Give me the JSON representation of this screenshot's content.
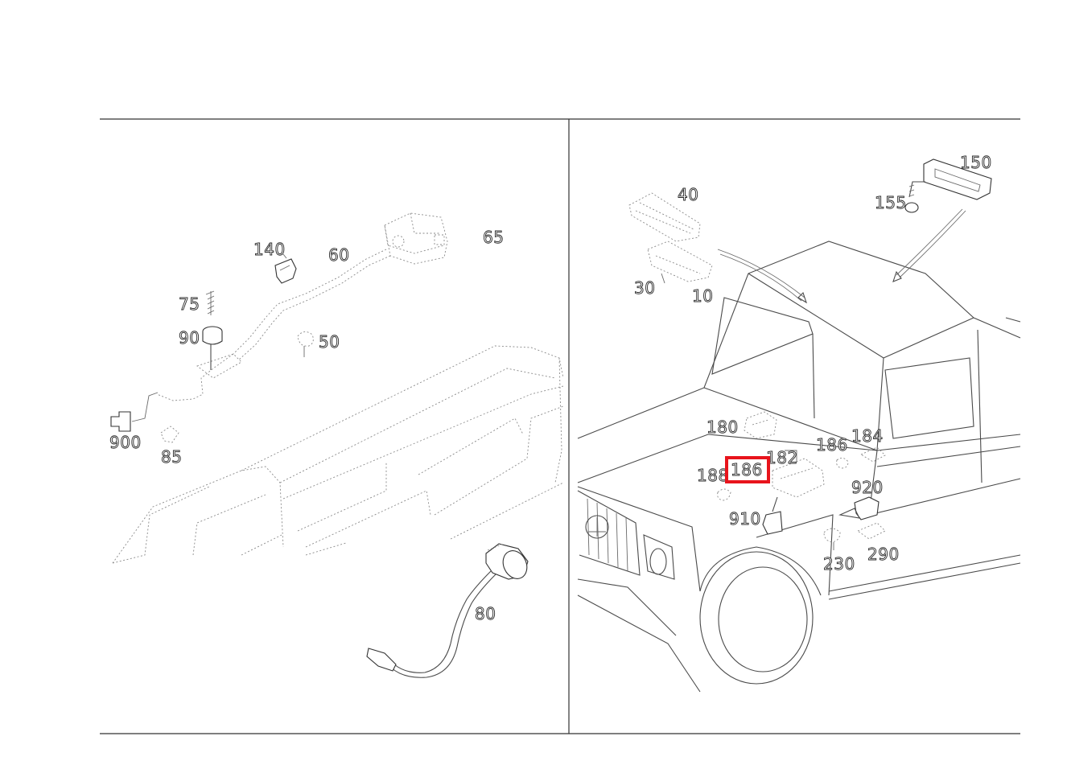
{
  "diagram": {
    "left_panel": {
      "callouts": [
        {
          "id": "c140",
          "label": "140"
        },
        {
          "id": "c60",
          "label": "60"
        },
        {
          "id": "c65",
          "label": "65"
        },
        {
          "id": "c75",
          "label": "75"
        },
        {
          "id": "c90",
          "label": "90"
        },
        {
          "id": "c50",
          "label": "50"
        },
        {
          "id": "c900",
          "label": "900"
        },
        {
          "id": "c85",
          "label": "85"
        },
        {
          "id": "c80",
          "label": "80"
        }
      ]
    },
    "right_panel": {
      "callouts": [
        {
          "id": "c40",
          "label": "40"
        },
        {
          "id": "c150",
          "label": "150"
        },
        {
          "id": "c155",
          "label": "155"
        },
        {
          "id": "c30",
          "label": "30"
        },
        {
          "id": "c10",
          "label": "10"
        },
        {
          "id": "c180",
          "label": "180"
        },
        {
          "id": "c186a",
          "label": "186"
        },
        {
          "id": "c184",
          "label": "184"
        },
        {
          "id": "c182",
          "label": "182"
        },
        {
          "id": "c188",
          "label": "188"
        },
        {
          "id": "c186b",
          "label": "186"
        },
        {
          "id": "c920",
          "label": "920"
        },
        {
          "id": "c910",
          "label": "910"
        },
        {
          "id": "c230",
          "label": "230"
        },
        {
          "id": "c290",
          "label": "290"
        }
      ]
    },
    "highlight": {
      "label": "186",
      "color": "#e8141c"
    },
    "colors": {
      "line": "#333333",
      "background": "#ffffff"
    }
  }
}
